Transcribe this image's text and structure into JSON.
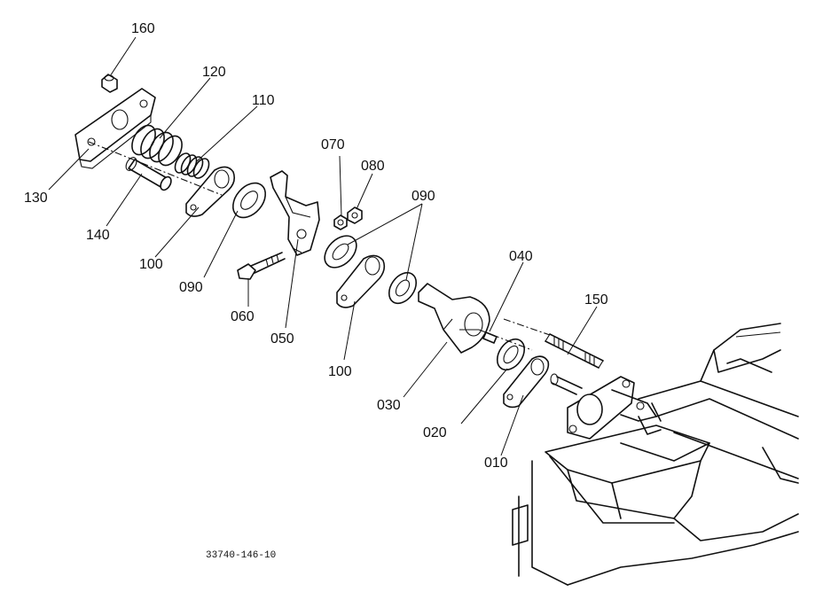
{
  "diagram": {
    "document_number": "33740-146-10",
    "callouts": {
      "p160": "160",
      "p120": "120",
      "p110": "110",
      "p130": "130",
      "p140": "140",
      "p100a": "100",
      "p090a": "090",
      "p070": "070",
      "p080": "080",
      "p090b": "090",
      "p060": "060",
      "p050": "050",
      "p100b": "100",
      "p040": "040",
      "p150": "150",
      "p030": "030",
      "p020": "020",
      "p010": "010"
    }
  }
}
